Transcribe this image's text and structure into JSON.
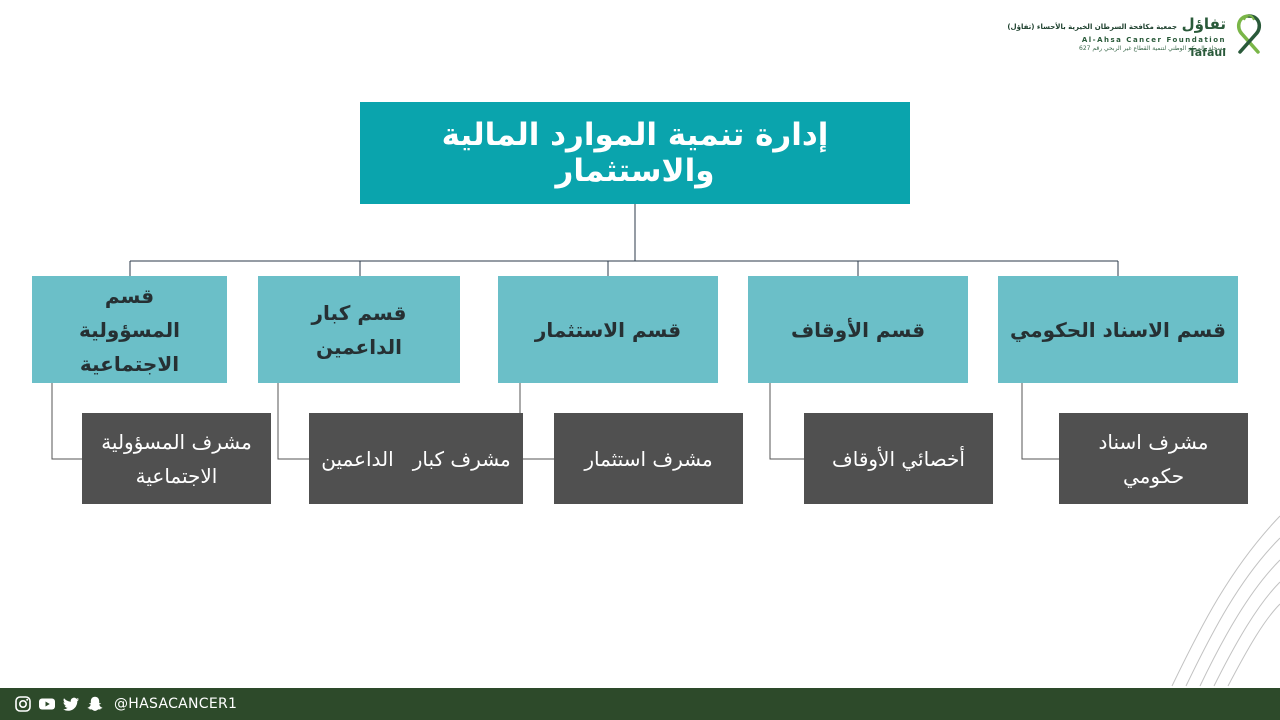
{
  "logo": {
    "arabic_name": "تفاؤل",
    "arabic_title": "جمعية مكافحة السرطان الخيرية بالأحساء (تفاؤل)",
    "english_name": "Al-Ahsa Cancer Foundation",
    "registration": "مسجلة بالمركز الوطني لتنمية القطاع غير الربحي رقم 627",
    "english_short": "Tafaul"
  },
  "chart": {
    "title": "إدارة تنمية الموارد المالية والاستثمار",
    "departments": [
      {
        "name": "قسم الاسناد الحكومي",
        "supervisor": "مشرف اسناد حكومي"
      },
      {
        "name": "قسم الأوقاف",
        "supervisor": "أخصائي الأوقاف"
      },
      {
        "name": "قسم الاستثمار",
        "supervisor": "مشرف استثمار"
      },
      {
        "name": "قسم كبار الداعمين",
        "supervisor": "مشرف كبار   الداعمين"
      },
      {
        "name": "قسم المسؤولية الاجتماعية",
        "supervisor": "مشرف المسؤولية الاجتماعية"
      }
    ]
  },
  "footer": {
    "handle": "@HASACANCER1",
    "icons": [
      "instagram-icon",
      "youtube-icon",
      "twitter-icon",
      "snapchat-icon"
    ]
  },
  "colors": {
    "title_box": "#0aa4ad",
    "department_box": "#6bbfc8",
    "supervisor_box": "#505050",
    "footer": "#2d4a2a"
  }
}
